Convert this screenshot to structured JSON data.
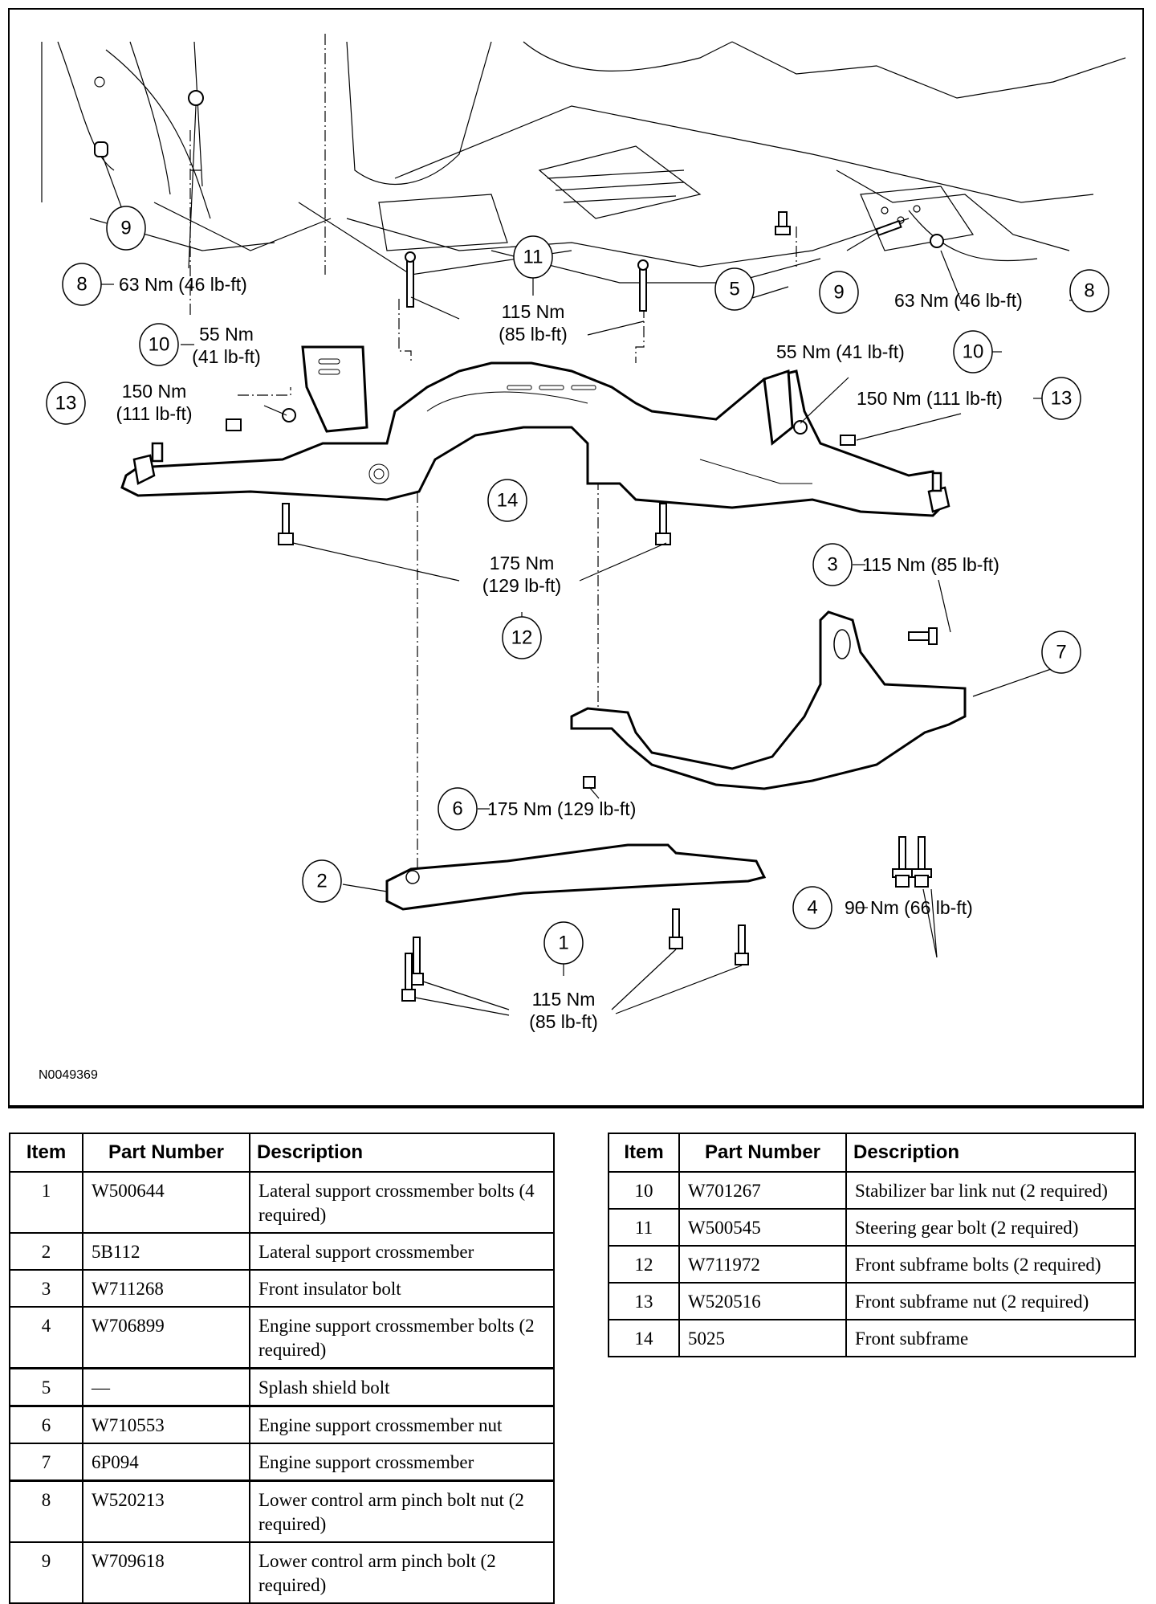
{
  "figure": {
    "figure_id": "N0049369",
    "callouts": [
      {
        "num": "9",
        "torque": ""
      },
      {
        "num": "8",
        "torque": "63 Nm (46 lb-ft)"
      },
      {
        "num": "11",
        "torque_line1": "115 Nm",
        "torque_line2": "(85 lb-ft)"
      },
      {
        "num": "5",
        "torque": ""
      },
      {
        "num": "9",
        "torque": ""
      },
      {
        "num": "8",
        "torque": "63 Nm (46 lb-ft)"
      },
      {
        "num": "10",
        "torque_line1": "55 Nm",
        "torque_line2": "(41 lb-ft)"
      },
      {
        "num": "10",
        "torque": "55 Nm (41 lb-ft)"
      },
      {
        "num": "13",
        "torque_line1": "150 Nm",
        "torque_line2": "(111 lb-ft)"
      },
      {
        "num": "13",
        "torque": "150 Nm (111 lb-ft)"
      },
      {
        "num": "14",
        "torque": ""
      },
      {
        "num": "12",
        "torque_line1": "175 Nm",
        "torque_line2": "(129 lb-ft)"
      },
      {
        "num": "3",
        "torque": "115 Nm (85 lb-ft)"
      },
      {
        "num": "7",
        "torque": ""
      },
      {
        "num": "6",
        "torque": "175 Nm (129 lb-ft)"
      },
      {
        "num": "2",
        "torque": ""
      },
      {
        "num": "4",
        "torque": "90 Nm (66 lb-ft)"
      },
      {
        "num": "1",
        "torque_line1": "115 Nm",
        "torque_line2": "(85 lb-ft)"
      }
    ]
  },
  "tables": {
    "headers": {
      "item": "Item",
      "part_number": "Part Number",
      "description": "Description"
    },
    "left": [
      {
        "item": "1",
        "part_number": "W500644",
        "description": "Lateral support crossmember bolts (4 required)"
      },
      {
        "item": "2",
        "part_number": "5B112",
        "description": "Lateral support crossmember"
      },
      {
        "item": "3",
        "part_number": "W711268",
        "description": "Front insulator bolt"
      },
      {
        "item": "4",
        "part_number": "W706899",
        "description": "Engine support crossmember bolts (2 required)"
      },
      {
        "item": "5",
        "part_number": "—",
        "description": "Splash shield bolt"
      },
      {
        "item": "6",
        "part_number": "W710553",
        "description": "Engine support crossmember nut"
      },
      {
        "item": "7",
        "part_number": "6P094",
        "description": "Engine support crossmember"
      },
      {
        "item": "8",
        "part_number": "W520213",
        "description": "Lower control arm pinch bolt nut (2 required)"
      },
      {
        "item": "9",
        "part_number": "W709618",
        "description": "Lower control arm pinch bolt (2 required)"
      }
    ],
    "right": [
      {
        "item": "10",
        "part_number": "W701267",
        "description": "Stabilizer bar link nut (2 required)"
      },
      {
        "item": "11",
        "part_number": "W500545",
        "description": "Steering gear bolt (2 required)"
      },
      {
        "item": "12",
        "part_number": "W711972",
        "description": "Front subframe bolts (2 required)"
      },
      {
        "item": "13",
        "part_number": "W520516",
        "description": "Front subframe nut (2 required)"
      },
      {
        "item": "14",
        "part_number": "5025",
        "description": "Front subframe"
      }
    ]
  }
}
